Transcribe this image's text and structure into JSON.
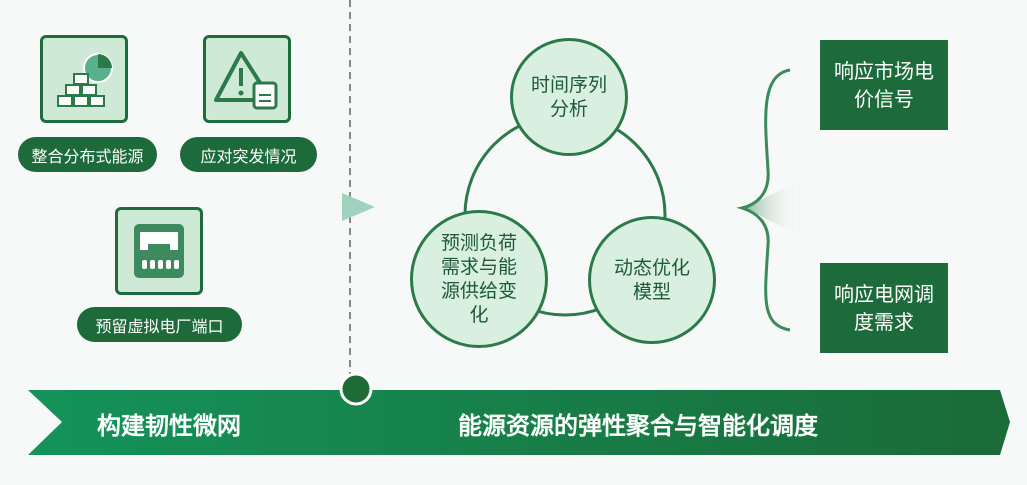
{
  "left_items": [
    {
      "label": "整合分布式能源",
      "icon": "gold-bars-pie-chart-icon"
    },
    {
      "label": "应对突发情况",
      "icon": "warning-document-icon"
    },
    {
      "label": "预留虚拟电厂端口",
      "icon": "network-port-icon"
    }
  ],
  "cycle": {
    "top": "时间序列分析",
    "left": "预测负荷需求与能源供给变化",
    "right": "动态优化模型"
  },
  "outputs": [
    "响应市场电价信号",
    "响应电网调度需求"
  ],
  "banner": {
    "left": "构建韧性微网",
    "right": "能源资源的弹性聚合与智能化调度"
  },
  "colors": {
    "dark_green": "#1d6b3b",
    "light_green": "#d9efe0"
  }
}
